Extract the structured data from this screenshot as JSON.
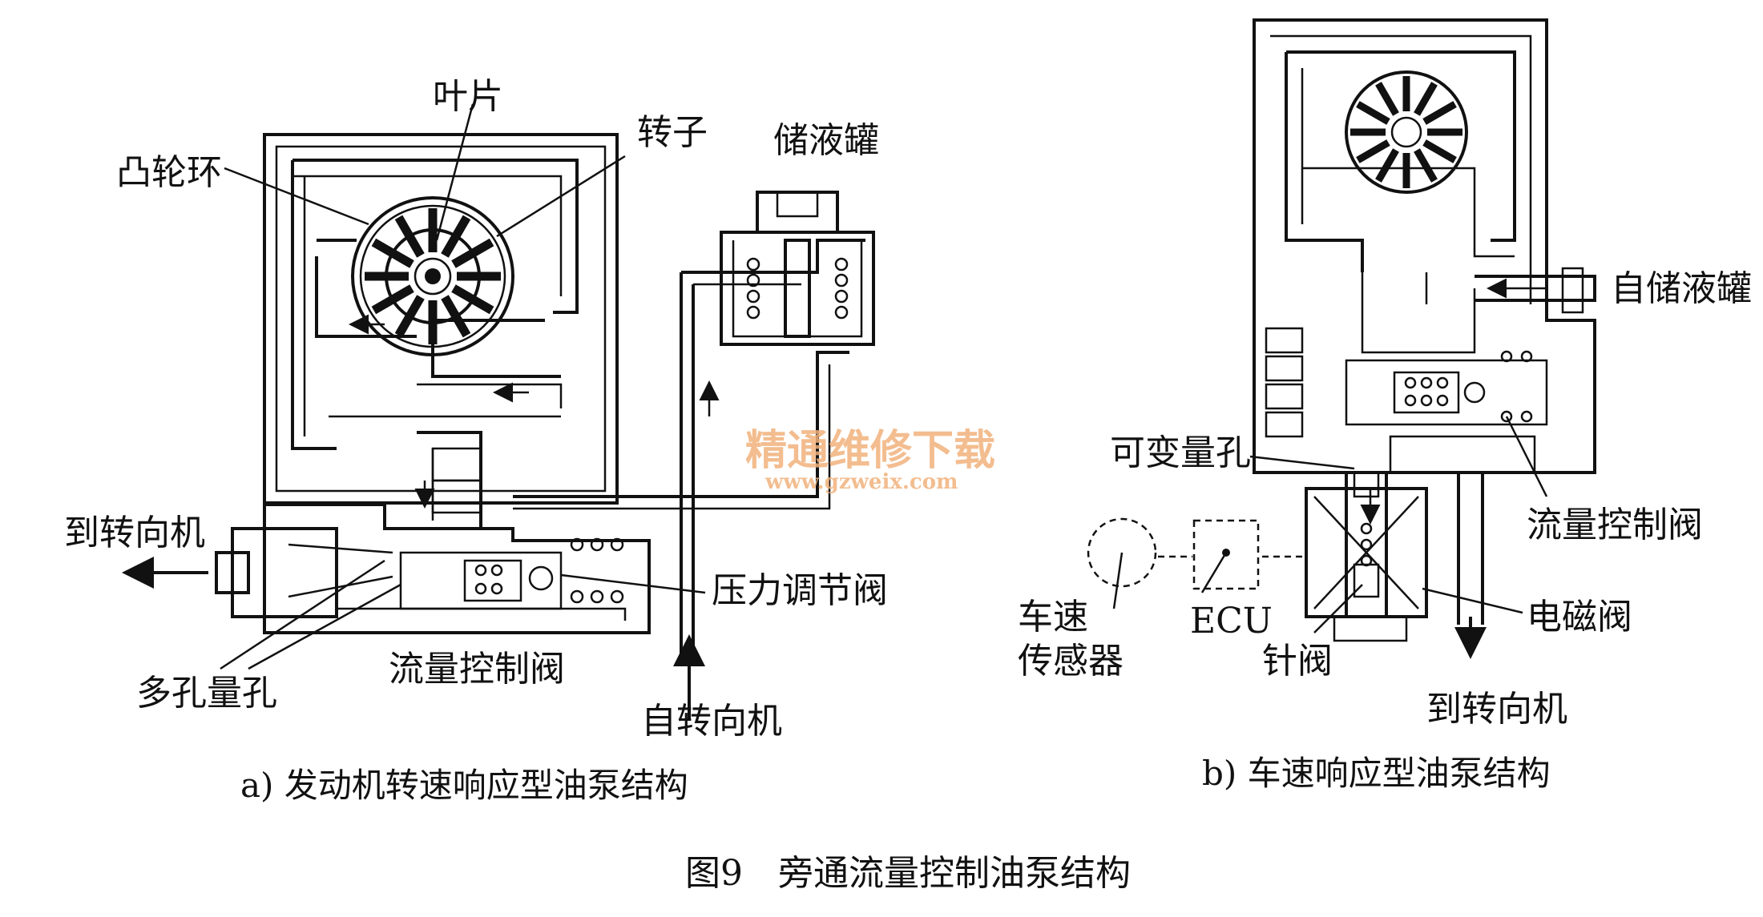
{
  "diagram_a": {
    "labels": {
      "vane": "叶片",
      "rotor": "转子",
      "cam_ring": "凸轮环",
      "reservoir": "储液罐",
      "to_steering": "到转向机",
      "pressure_valve": "压力调节阀",
      "orifices": "多孔量孔",
      "flow_valve": "流量控制阀",
      "from_steering": "自转向机"
    },
    "caption": "a) 发动机转速响应型油泵结构"
  },
  "diagram_b": {
    "labels": {
      "from_reservoir": "自储液罐",
      "variable_orifice": "可变量孔",
      "flow_valve": "流量控制阀",
      "speed_sensor_1": "车速",
      "speed_sensor_2": "传感器",
      "ecu": "ECU",
      "needle_valve": "针阀",
      "solenoid": "电磁阀",
      "to_steering": "到转向机"
    },
    "caption": "b) 车速响应型油泵结构"
  },
  "figure_caption": "图9　旁通流量控制油泵结构",
  "watermark": {
    "title": "精通维修下载",
    "url": "www.gzweix.com"
  }
}
